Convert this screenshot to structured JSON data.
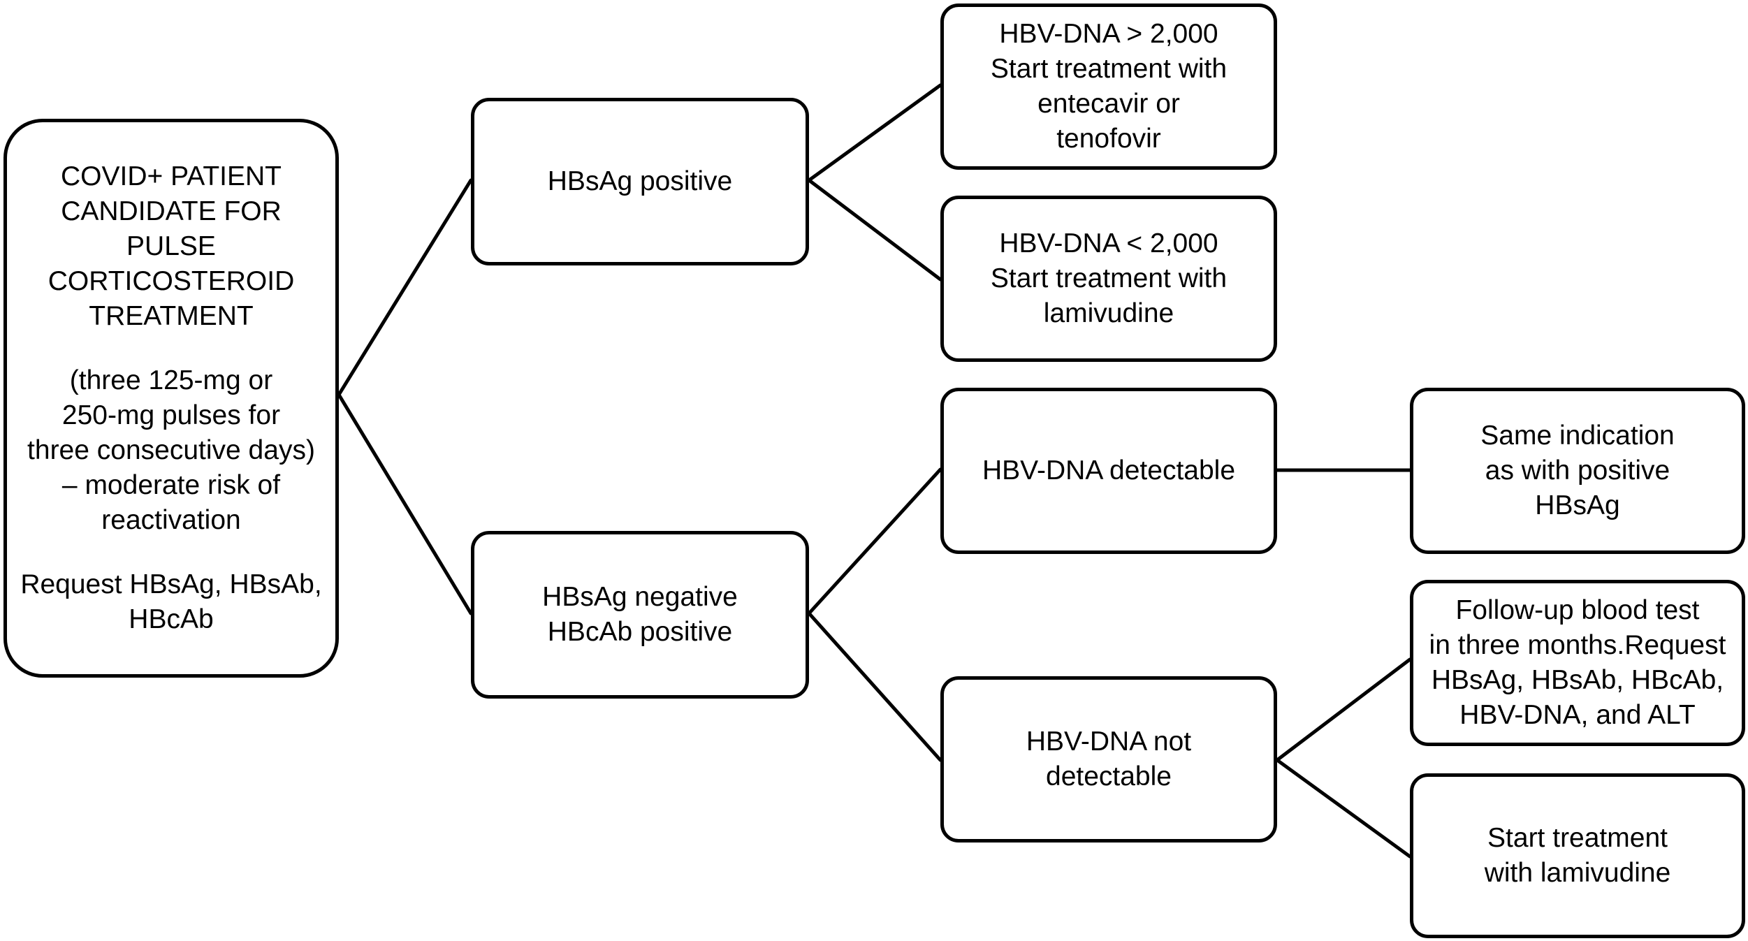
{
  "root": {
    "title_lines": [
      "COVID+ PATIENT",
      "CANDIDATE FOR",
      "PULSE",
      "CORTICOSTEROID",
      "TREATMENT"
    ],
    "detail_lines": [
      "(three 125-mg or",
      "250-mg pulses for",
      "three consecutive days)",
      "– moderate risk of",
      "reactivation"
    ],
    "request_lines": [
      "Request HBsAg, HBsAb,",
      "HBcAb"
    ]
  },
  "hbsag_positive": {
    "lines": [
      "HBsAg positive"
    ]
  },
  "hbsag_negative": {
    "lines": [
      "HBsAg negative",
      "HBcAb positive"
    ]
  },
  "dna_gt": {
    "lines": [
      "HBV-DNA > 2,000",
      "Start treatment with",
      "entecavir or",
      "tenofovir"
    ]
  },
  "dna_lt": {
    "lines": [
      "HBV-DNA < 2,000",
      "Start treatment with",
      "lamivudine"
    ]
  },
  "dna_detectable": {
    "lines": [
      "HBV-DNA detectable"
    ]
  },
  "dna_not_detectable": {
    "lines": [
      "HBV-DNA not",
      "detectable"
    ]
  },
  "same_indication": {
    "lines": [
      "Same indication",
      "as with positive",
      "HBsAg"
    ]
  },
  "follow_up": {
    "lines": [
      "Follow-up blood test",
      "in three months.Request",
      "HBsAg, HBsAb, HBcAb,",
      "HBV-DNA, and ALT"
    ]
  },
  "start_lamivudine": {
    "lines": [
      "Start treatment",
      "with lamivudine"
    ]
  }
}
